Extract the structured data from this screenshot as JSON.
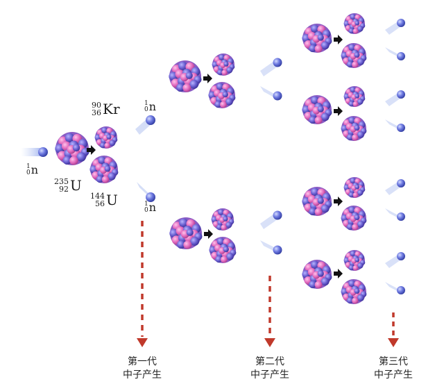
{
  "colors": {
    "proton": "#e36cc0",
    "neutron": "#6a5fd1",
    "neutron_ball": "#5a66d6",
    "trail": "#b9c8f2",
    "arrow_dark": "#111111",
    "dashed_arrow": "#c0392b",
    "text": "#222222"
  },
  "initial": {
    "neutron": {
      "mass": "1",
      "atomic": "0",
      "symbol": "n"
    },
    "target": {
      "mass": "235",
      "atomic": "92",
      "symbol": "U"
    }
  },
  "products": {
    "fragment_1": {
      "mass": "90",
      "atomic": "36",
      "symbol": "Kr"
    },
    "fragment_2": {
      "mass": "144",
      "atomic": "56",
      "symbol": "U"
    },
    "neutron_top": {
      "mass": "1",
      "atomic": "0",
      "symbol": "n"
    },
    "neutron_bottom": {
      "mass": "1",
      "atomic": "0",
      "symbol": "n"
    }
  },
  "generations": [
    {
      "line1": "第一代",
      "line2": "中子产生"
    },
    {
      "line1": "第二代",
      "line2": "中子产生"
    },
    {
      "line1": "第三代",
      "line2": "中子产生"
    }
  ]
}
